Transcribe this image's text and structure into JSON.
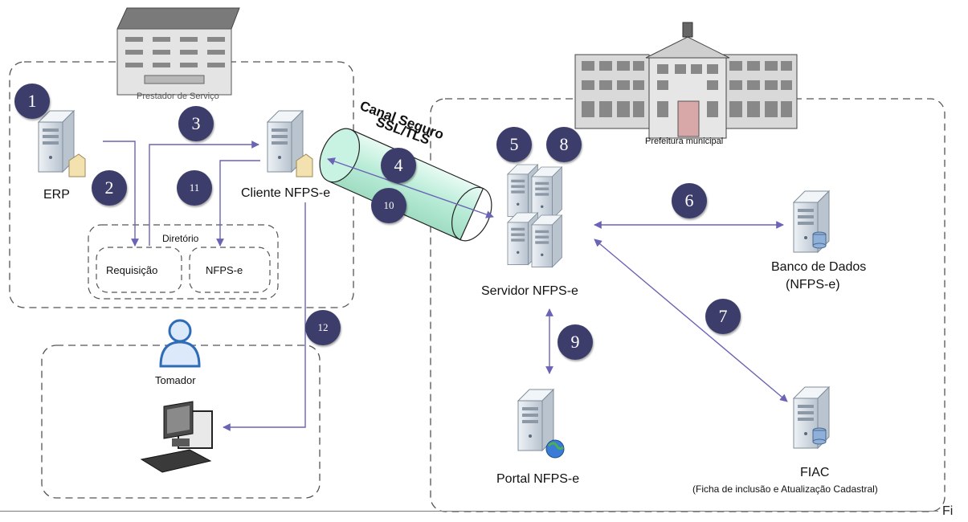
{
  "buildings": {
    "provider_label": "Prestador de Serviço",
    "city_hall_label": "Prefeitura municipal"
  },
  "channel": {
    "line1": "Canal Seguro",
    "line2": "SSL/TLS"
  },
  "nodes": {
    "erp": "ERP",
    "client": "Cliente NFPS-e",
    "server": "Servidor NFPS-e",
    "database_line1": "Banco de Dados",
    "database_line2": "(NFPS-e)",
    "portal": "Portal NFPS-e",
    "fiac": "FIAC",
    "fiac_sub": "(Ficha de inclusão e Atualização Cadastral)",
    "tomador": "Tomador"
  },
  "directory": {
    "title": "Diretório",
    "requisicao": "Requisição",
    "nfps": "NFPS-e"
  },
  "steps": [
    "1",
    "2",
    "3",
    "4",
    "5",
    "6",
    "7",
    "8",
    "9",
    "10",
    "11",
    "12"
  ],
  "edge_text": "Fi",
  "colors": {
    "badge": "#3d3d6b",
    "arrow": "#6b63b5",
    "tube": "#bfeedd",
    "server_face": "#d6dde6",
    "dash": "#555555"
  }
}
